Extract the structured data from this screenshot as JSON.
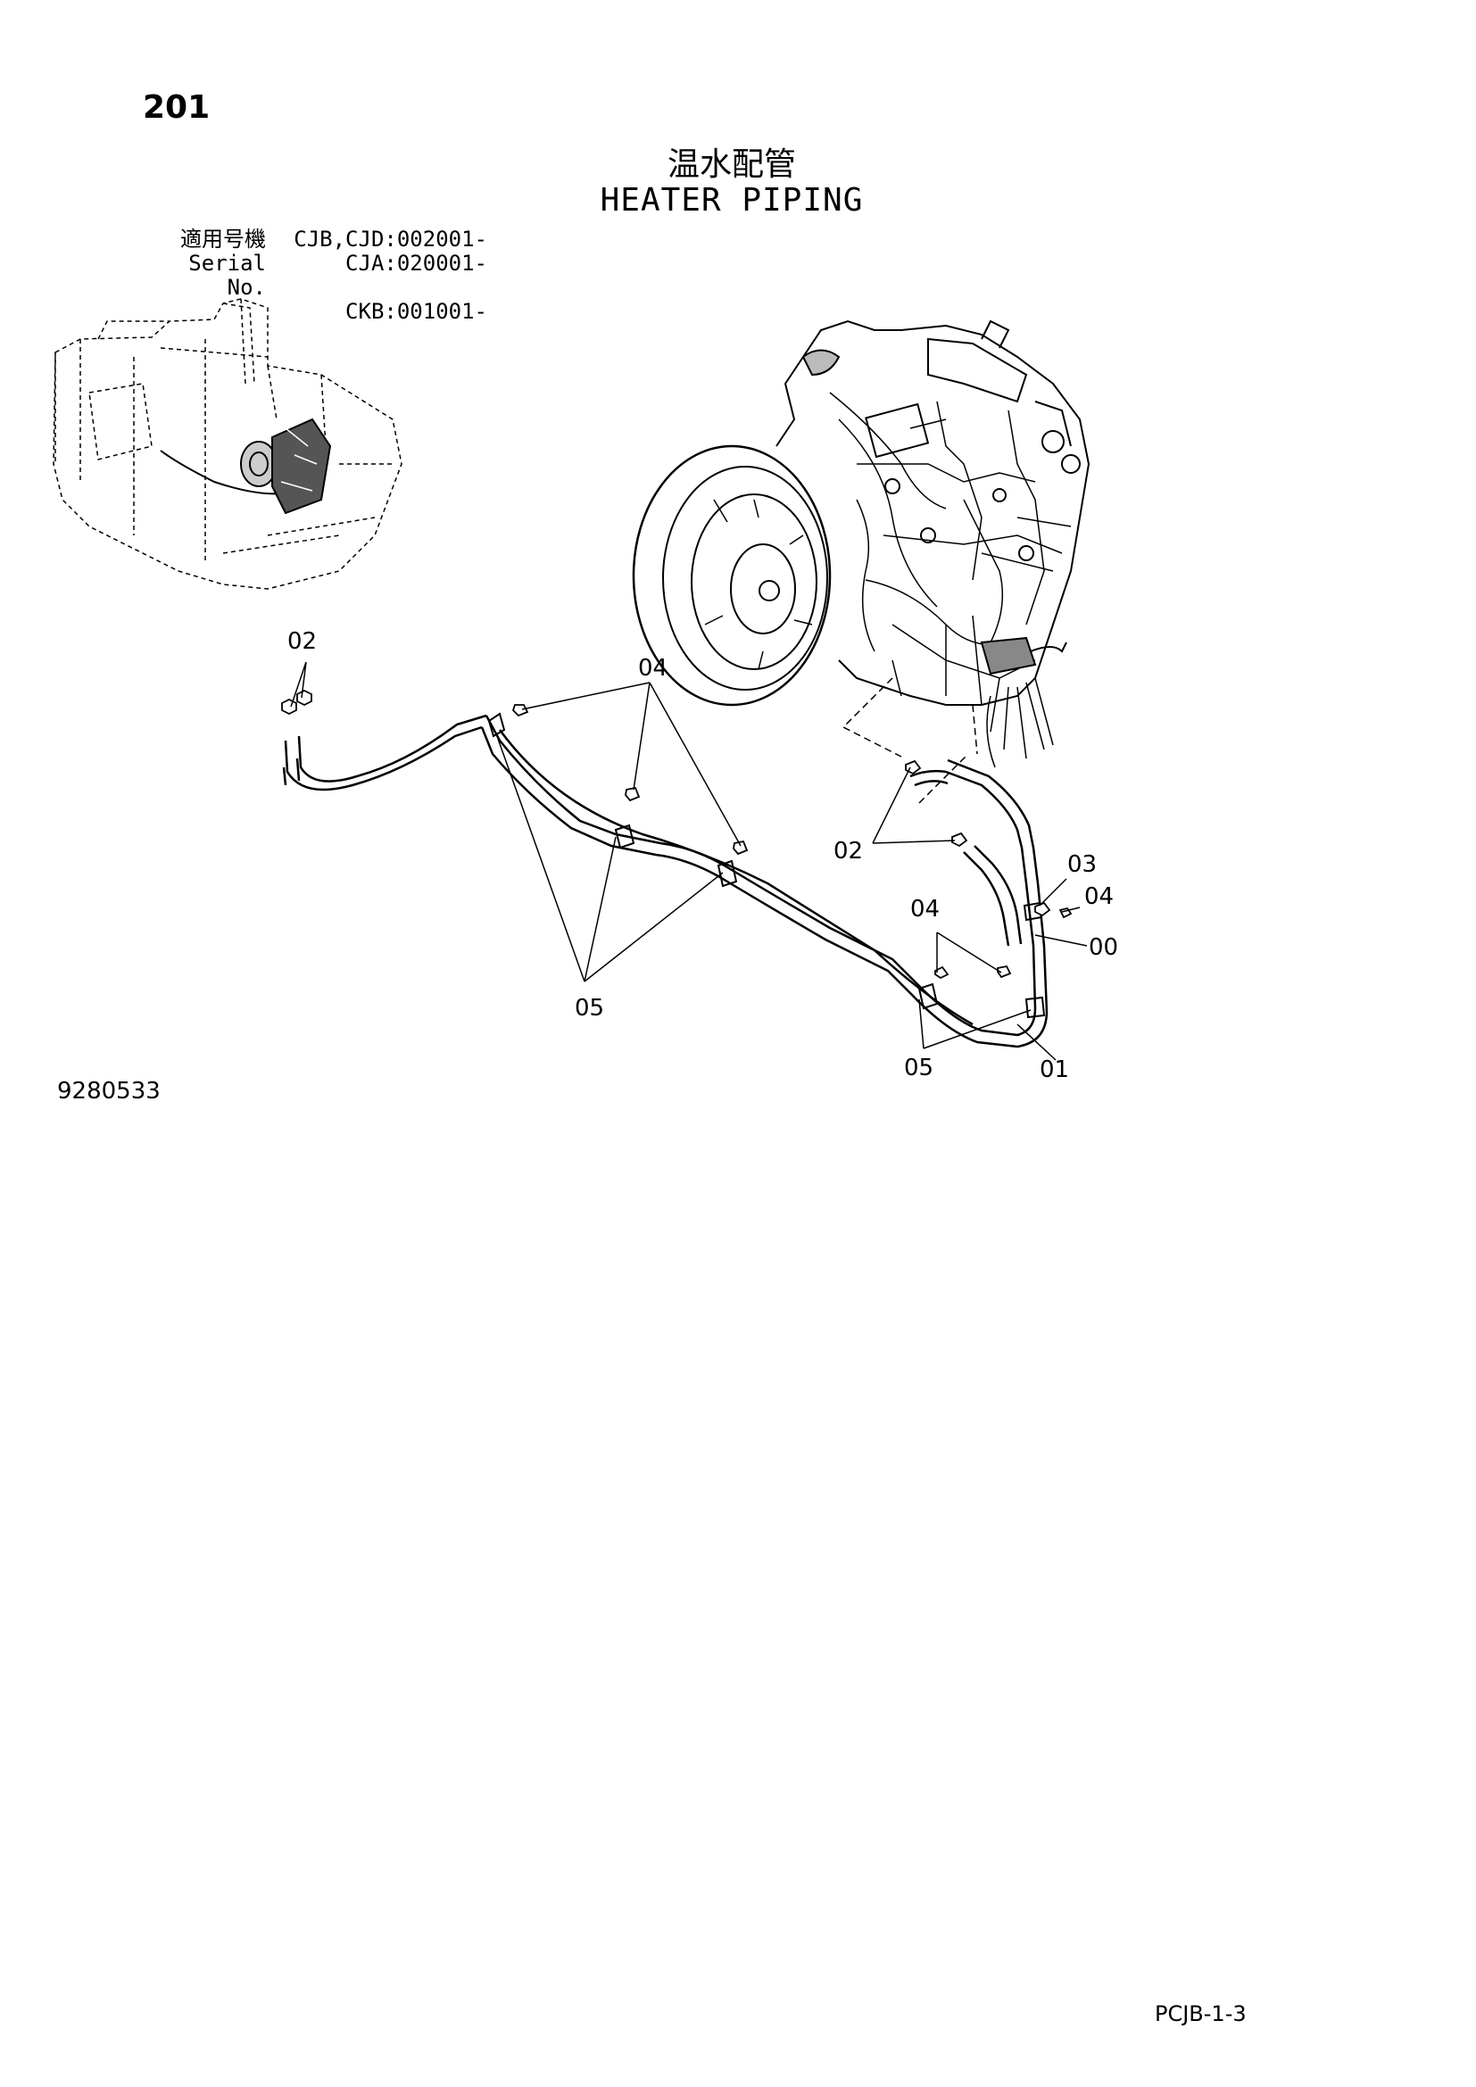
{
  "page_number": "201",
  "title_jp": "温水配管",
  "title_en": "HEATER PIPING",
  "serial": {
    "label_jp": "適用号機",
    "label_en": "Serial No.",
    "values": [
      "CJB,CJD:002001-",
      "CJA:020001-",
      "CKB:001001-"
    ]
  },
  "callouts": {
    "c02_top": "02",
    "c04_top": "04",
    "c05_left": "05",
    "c02_right": "02",
    "c03": "03",
    "c04_right": "04",
    "c04_mid": "04",
    "c00": "00",
    "c05_right": "05",
    "c01": "01"
  },
  "illustration_number": "9280533",
  "footer_code": "PCJB-1-3"
}
